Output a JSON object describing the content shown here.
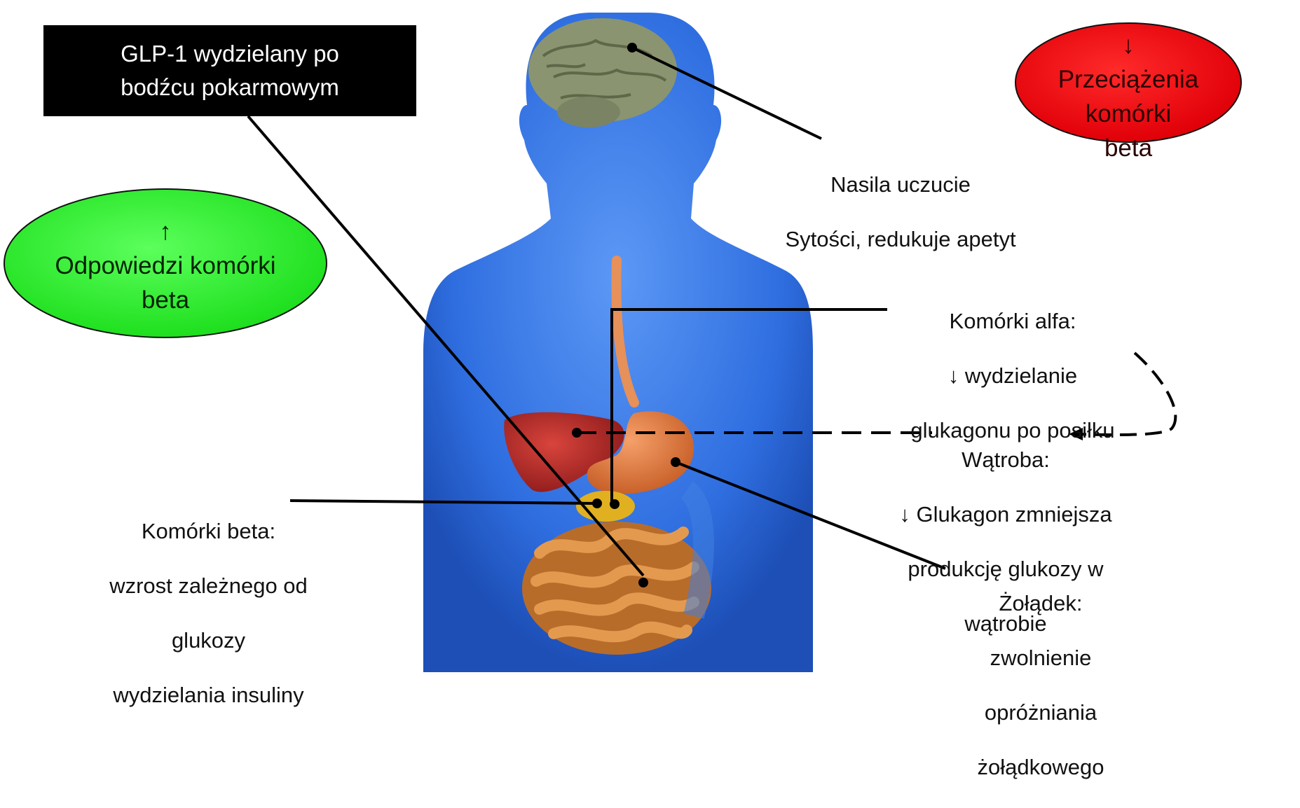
{
  "header_box": {
    "line1": "GLP-1 wydzielany po",
    "line2": "bodźcu pokarmowym"
  },
  "red_ellipse": {
    "arrow": "↓",
    "line1": "Przeciążenia komórki",
    "line2": "beta",
    "fill": "#e8000a"
  },
  "green_ellipse": {
    "arrow": "↑",
    "line1": "Odpowiedzi komórki",
    "line2": "beta",
    "fill": "#22ee22"
  },
  "labels": {
    "brain": {
      "line1": "Nasila uczucie",
      "line2": "Sytości, redukuje apetyt"
    },
    "alpha": {
      "line1": "Komórki alfa:",
      "line2": "↓ wydzielanie",
      "line3": "glukagonu po posiłku"
    },
    "liver": {
      "line1": "Wątroba:",
      "line2": "↓ Glukagon zmniejsza",
      "line3": "produkcję  glukozy w",
      "line4": "wątrobie"
    },
    "beta": {
      "line1": "Komórki beta:",
      "line2": "wzrost  zależnego  od",
      "line3": "glukozy",
      "line4": "wydzielania insuliny"
    },
    "stomach": {
      "line1": "Żołądek:",
      "line2": "zwolnienie",
      "line3": "opróżniania",
      "line4": "żołądkowego"
    }
  },
  "colors": {
    "body": "#2f6ee0",
    "brain": "#8a9470",
    "liver": "#b8262a",
    "stomach": "#e2793a",
    "pancreas": "#e0b020",
    "intestine": "#c47a34"
  }
}
